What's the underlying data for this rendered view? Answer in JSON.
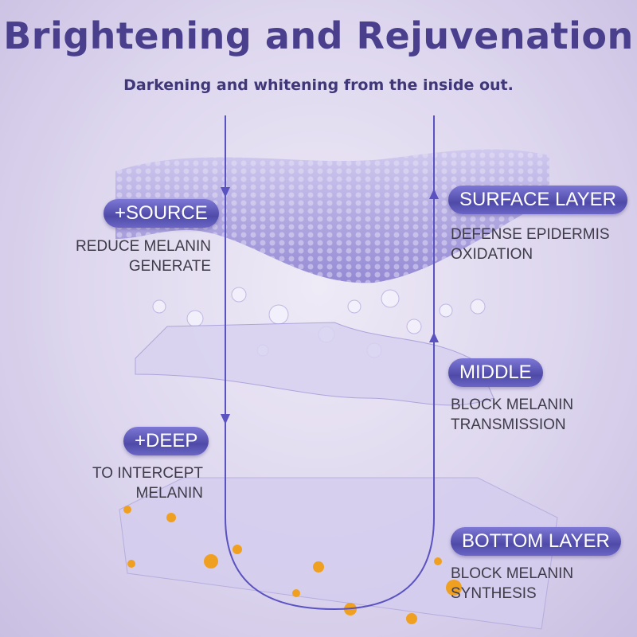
{
  "title": "Brightening and Rejuvenation",
  "subtitle": "Darkening and whitening from the inside out.",
  "labels": {
    "source": {
      "tag": "+SOURCE",
      "line1": "REDUCE MELANIN",
      "line2": "GENERATE"
    },
    "deep": {
      "tag": "+DEEP",
      "line1": "TO INTERCEPT",
      "line2": "MELANIN"
    },
    "surface": {
      "tag": "SURFACE LAYER",
      "line1": "DEFENSE EPIDERMIS",
      "line2": "OXIDATION"
    },
    "middle": {
      "tag": "MIDDLE",
      "line1": "BLOCK MELANIN",
      "line2": "TRANSMISSION"
    },
    "bottom": {
      "tag": "BOTTOM LAYER",
      "line1": "BLOCK MELANIN",
      "line2": "SYNTHESIS"
    }
  },
  "colors": {
    "accent": "#4f4aa8",
    "title": "#4a3f8c",
    "melanin": "#f0a020"
  }
}
